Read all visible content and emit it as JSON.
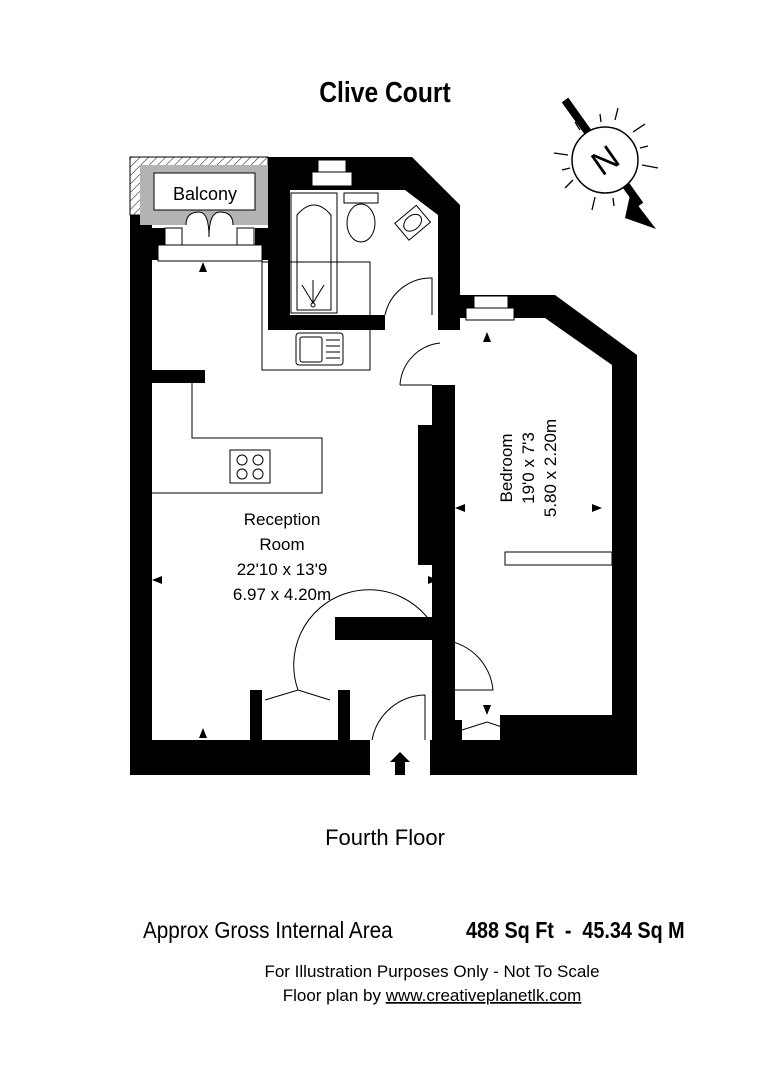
{
  "title": "Clive Court",
  "rooms": {
    "balcony": "Balcony",
    "reception": {
      "name1": "Reception",
      "name2": "Room",
      "imperial": "22'10 x 13'9",
      "metric": "6.97 x 4.20m"
    },
    "bedroom": {
      "name": "Bedroom",
      "imperial": "19'0 x 7'3",
      "metric": "5.80 x 2.20m"
    }
  },
  "compass": {
    "label": "N"
  },
  "floor_label": "Fourth Floor",
  "area": {
    "label": "Approx Gross Internal Area",
    "value": "488 Sq Ft  -  45.34 Sq M"
  },
  "footer": {
    "disclaimer": "For Illustration Purposes Only - Not To Scale",
    "credit_prefix": "Floor plan by ",
    "credit_link": "www.creativeplanetlk.com"
  },
  "colors": {
    "wall": "#000000",
    "balcony_fill": "#b3b3b3"
  }
}
